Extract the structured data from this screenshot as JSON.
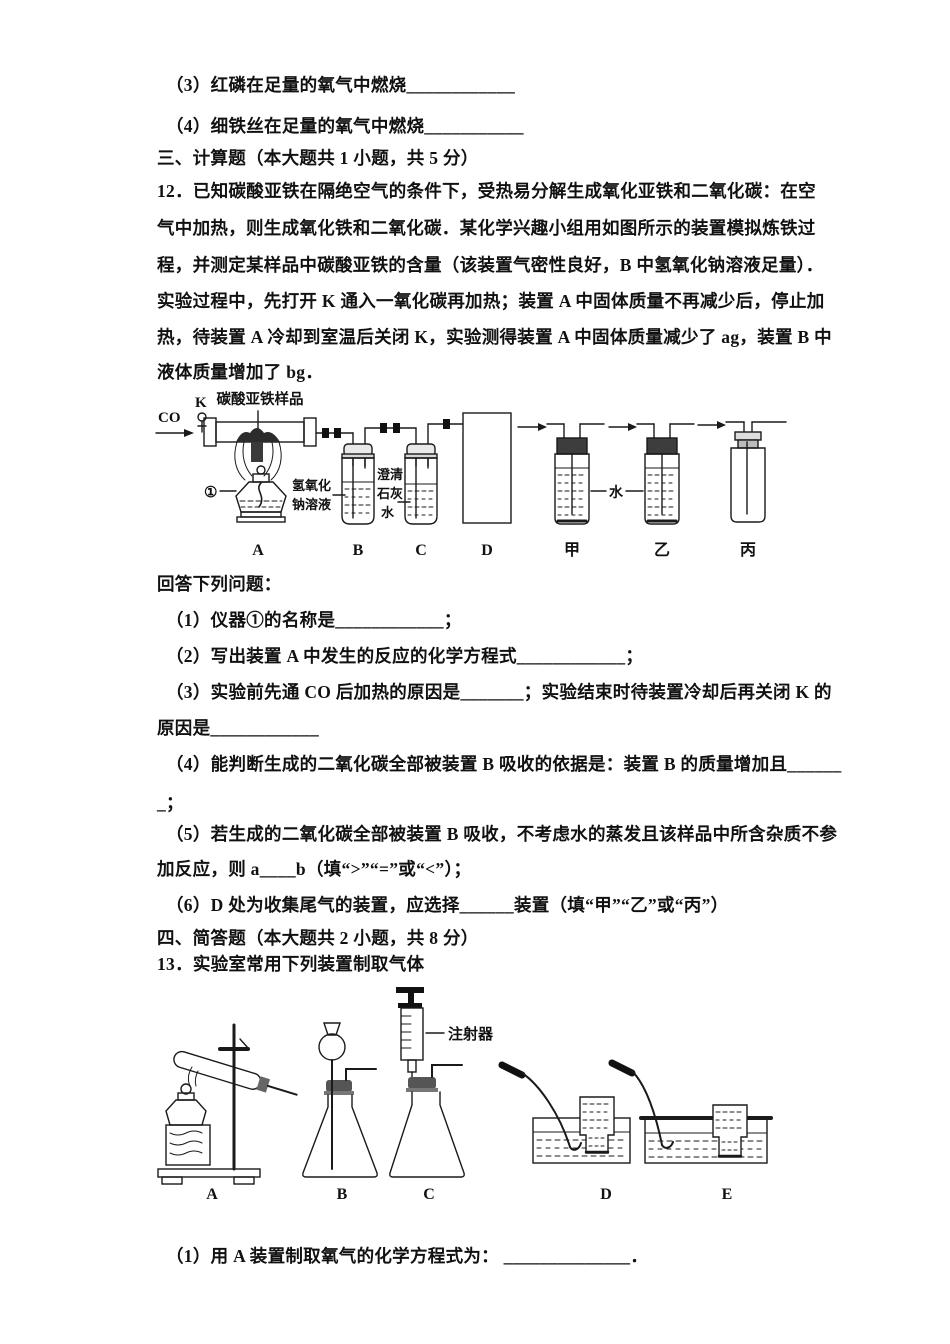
{
  "page": {
    "background": "#ffffff",
    "text_color": "#111111",
    "line_color": "#1a1a1a"
  },
  "lines": [
    {
      "text": "（3）红磷在足量的氧气中燃烧____________"
    },
    {
      "text": "（4）细铁丝在足量的氧气中燃烧___________"
    },
    {
      "text": "三、计算题（本大题共 1 小题，共 5 分）"
    },
    {
      "text": "12．已知碳酸亚铁在隔绝空气的条件下，受热易分解生成氧化亚铁和二氧化碳：在空"
    },
    {
      "text": "气中加热，则生成氧化铁和二氧化碳．某化学兴趣小组用如图所示的装置模拟炼铁过"
    },
    {
      "text": "程，并测定某样品中碳酸亚铁的含量（该装置气密性良好，B 中氢氧化钠溶液足量）．"
    },
    {
      "text": "实验过程中，先打开 K 通入一氧化碳再加热；装置 A 中固体质量不再减少后，停止加"
    },
    {
      "text": "热，待装置 A 冷却到室温后关闭 K，实验测得装置 A 中固体质量减少了 ag，装置 B 中"
    },
    {
      "text": "液体质量增加了 bg．"
    },
    {
      "text": "回答下列问题："
    },
    {
      "text": "（1）仪器①的名称是____________；"
    },
    {
      "text": "（2）写出装置 A 中发生的反应的化学方程式____________；"
    },
    {
      "text": "（3）实验前先通 CO 后加热的原因是_______；实验结束时待装置冷却后再关闭 K 的"
    },
    {
      "text": "原因是____________"
    },
    {
      "text": "（4）能判断生成的二氧化碳全部被装置 B 吸收的依据是：装置 B 的质量增加且______"
    },
    {
      "text": "_；"
    },
    {
      "text": "（5）若生成的二氧化碳全部被装置 B 吸收，不考虑水的蒸发且该样品中所含杂质不参"
    },
    {
      "text": "加反应，则 a____b（填“>”“=”或“<”）；"
    },
    {
      "text": "（6）D 处为收集尾气的装置，应选择______装置（填“甲”“乙”或“丙”）"
    },
    {
      "text": "四、简答题（本大题共 2 小题，共 8 分）"
    },
    {
      "text": "13．实验室常用下列装置制取气体"
    },
    {
      "text": "（1）用 A 装置制取氧气的化学方程式为： ______________．"
    }
  ],
  "diagram1": {
    "gas_in": "CO",
    "valve": "K",
    "sample_label": "碳酸亚铁样品",
    "instrument_mark": "①",
    "naoh_line1": "氢氧化",
    "naoh_line2": "钠溶液",
    "lime_line1": "澄清",
    "lime_line2": "石灰",
    "lime_line3": "水",
    "water_label": "水",
    "labels": {
      "a": "A",
      "b": "B",
      "c": "C",
      "d": "D",
      "jia": "甲",
      "yi": "乙",
      "bing": "丙"
    }
  },
  "diagram2": {
    "syringe_label": "注射器",
    "labels": {
      "a": "A",
      "b": "B",
      "c": "C",
      "d": "D",
      "e": "E"
    }
  }
}
